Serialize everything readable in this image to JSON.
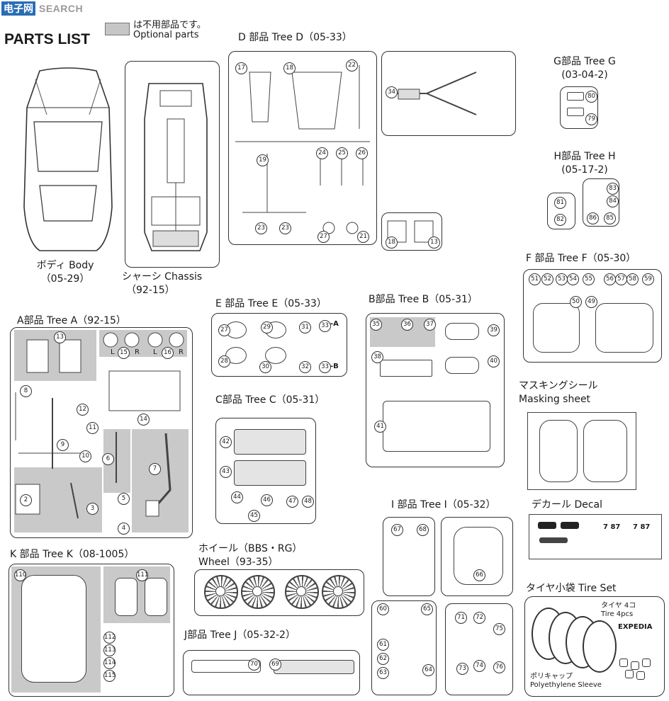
{
  "header": {
    "logo_cn": "电子网",
    "logo_en": "SEARCH",
    "title": "PARTS LIST",
    "legend_jp": "は不用部品です。",
    "legend_en": "Optional parts"
  },
  "body": {
    "jp": "ボディ Body",
    "code": "（05-29）"
  },
  "chassis": {
    "jp": "シャーシ Chassis",
    "code": "（92-15）"
  },
  "tree_d": {
    "label": "D 部品 Tree D（05-33）",
    "nums": [
      "17",
      "18",
      "22",
      "34",
      "19",
      "24",
      "25",
      "26",
      "23",
      "23",
      "27",
      "21",
      "18",
      "13"
    ]
  },
  "tree_g": {
    "label1": "G部品 Tree G",
    "label2": "(03-04-2)",
    "nums": [
      "80",
      "79"
    ]
  },
  "tree_h": {
    "label1": "H部品 Tree H",
    "label2": "(05-17-2)",
    "nums": [
      "81",
      "82",
      "83",
      "84",
      "86",
      "85"
    ]
  },
  "tree_f": {
    "label": "F 部品 Tree F（05-30）",
    "nums": [
      "51",
      "52",
      "53",
      "54",
      "55",
      "56",
      "57",
      "58",
      "59",
      "50",
      "49"
    ]
  },
  "tree_a": {
    "label": "A部品 Tree A（92-15）",
    "nums": [
      "13",
      "15",
      "16",
      "8",
      "12",
      "14",
      "11",
      "10",
      "9",
      "6",
      "7",
      "2",
      "3",
      "5",
      "4"
    ],
    "lr": [
      "L",
      "R",
      "L",
      "R"
    ]
  },
  "tree_e": {
    "label": "E 部品 Tree E（05-33）",
    "nums": [
      "27",
      "29",
      "31",
      "33",
      "28",
      "30",
      "32",
      "33"
    ],
    "marks": [
      "-A",
      "-B"
    ]
  },
  "tree_b": {
    "label": "B部品 Tree B（05-31）",
    "nums": [
      "35",
      "36",
      "37",
      "38",
      "39",
      "40",
      "41"
    ]
  },
  "tree_c": {
    "label": "C部品 Tree C（05-31）",
    "nums": [
      "42",
      "43",
      "44",
      "45",
      "46",
      "47",
      "48"
    ]
  },
  "masking": {
    "jp": "マスキングシール",
    "en": "Masking sheet"
  },
  "decal": {
    "label": "デカール Decal",
    "plate1": "7 87",
    "plate2": "7 87"
  },
  "tree_i": {
    "label": "I 部品 Tree I（05-32）",
    "nums": [
      "67",
      "68",
      "66",
      "60",
      "65",
      "61",
      "62",
      "63",
      "64",
      "71",
      "72",
      "75",
      "73",
      "74",
      "76"
    ]
  },
  "tree_k": {
    "label": "K 部品 Tree K（08-1005）",
    "nums": [
      "110",
      "111",
      "112",
      "113",
      "114",
      "115"
    ]
  },
  "wheel": {
    "label1": "ホイール（BBS・RG）",
    "label2": "Wheel（93-35）"
  },
  "tree_j": {
    "label": "J部品 Tree J（05-32-2）",
    "nums": [
      "70",
      "69"
    ]
  },
  "tire_set": {
    "label": "タイヤ小袋 Tire Set",
    "tire_jp": "タイヤ 4コ",
    "tire_en": "Tire 4pcs",
    "brand": "EXPEDIA",
    "cap_jp": "ポリキャップ",
    "cap_en": "Polyethylene Sleeve"
  }
}
